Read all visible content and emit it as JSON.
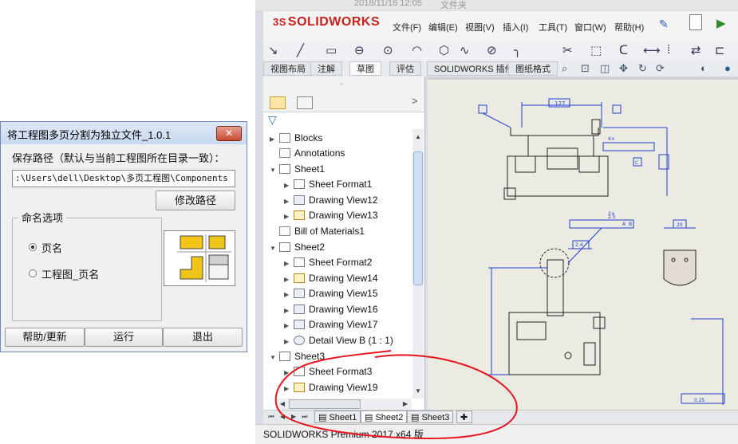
{
  "dialog": {
    "title": "将工程图多页分割为独立文件_1.0.1",
    "close_glyph": "✕",
    "save_path_label": "保存路径（默认与当前工程图所在目录一致）：",
    "save_path_value": ":\\Users\\dell\\Desktop\\多页工程图\\Components",
    "modify_path_button": "修改路径",
    "naming_group_title": "命名选项",
    "option_page_name": "页名",
    "option_drawing_page_name": "工程图_页名",
    "selected_option": "页名",
    "help_button": "帮助/更新",
    "run_button": "运行",
    "exit_button": "退出"
  },
  "app": {
    "top_date": "2018/11/16 12:05",
    "top_folder": "文件夹",
    "brand": "SOLIDWORKS",
    "brand_prefix": "3S",
    "menu": [
      "文件(F)",
      "编辑(E)",
      "视图(V)",
      "插入(I)",
      "工具(T)",
      "窗口(W)",
      "帮助(H)"
    ],
    "command_tabs": [
      "视图布局",
      "注解",
      "草图",
      "评估",
      "SOLIDWORKS 插件",
      "图纸格式"
    ],
    "active_command_tab": "草图",
    "tree_expand_glyph": ">",
    "tree": [
      {
        "label": "Blocks",
        "level": 0,
        "toggle": "▶",
        "icon": "folder"
      },
      {
        "label": "Annotations",
        "level": 0,
        "toggle": "",
        "icon": "annotation"
      },
      {
        "label": "Sheet1",
        "level": 0,
        "toggle": "▼",
        "icon": "sheet"
      },
      {
        "label": "Sheet Format1",
        "level": 1,
        "toggle": "▶",
        "icon": "sheet"
      },
      {
        "label": "Drawing View12",
        "level": 1,
        "toggle": "▶",
        "icon": "view"
      },
      {
        "label": "Drawing View13",
        "level": 1,
        "toggle": "▶",
        "icon": "view2"
      },
      {
        "label": "Bill of Materials1",
        "level": 0,
        "toggle": "",
        "icon": "bom"
      },
      {
        "label": "Sheet2",
        "level": 0,
        "toggle": "▼",
        "icon": "sheet"
      },
      {
        "label": "Sheet Format2",
        "level": 1,
        "toggle": "▶",
        "icon": "sheet"
      },
      {
        "label": "Drawing View14",
        "level": 1,
        "toggle": "▶",
        "icon": "view2"
      },
      {
        "label": "Drawing View15",
        "level": 1,
        "toggle": "▶",
        "icon": "view"
      },
      {
        "label": "Drawing View16",
        "level": 1,
        "toggle": "▶",
        "icon": "view"
      },
      {
        "label": "Drawing View17",
        "level": 1,
        "toggle": "▶",
        "icon": "view"
      },
      {
        "label": "Detail View B (1 : 1)",
        "level": 1,
        "toggle": "▶",
        "icon": "detail"
      },
      {
        "label": "Sheet3",
        "level": 0,
        "toggle": "▼",
        "icon": "sheet"
      },
      {
        "label": "Sheet Format3",
        "level": 1,
        "toggle": "▶",
        "icon": "sheet"
      },
      {
        "label": "Drawing View19",
        "level": 1,
        "toggle": "▶",
        "icon": "view2"
      }
    ],
    "sheet_tabs": [
      "Sheet1",
      "Sheet2",
      "Sheet3"
    ],
    "active_sheet": "Sheet2",
    "status_text": "SOLIDWORKS Premium 2017 x64 版",
    "drawing_dims": [
      "127",
      "2×",
      "4×",
      "2.4",
      "2.5",
      "20",
      "0.25",
      "A",
      "B",
      "C"
    ]
  },
  "colors": {
    "brand_red": "#c8201b",
    "annotation_red": "#e8141e",
    "dimension_blue": "#1b3fd2",
    "canvas": "#ecebe1",
    "preview_yellow": "#f0c419"
  }
}
